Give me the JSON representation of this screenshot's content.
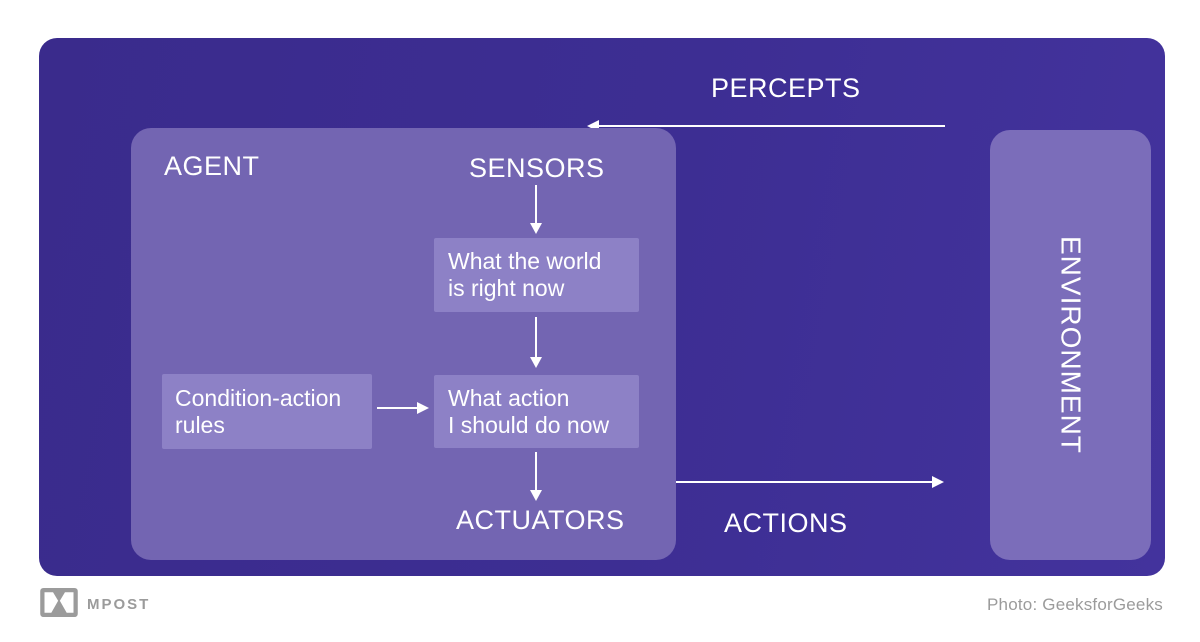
{
  "diagram": {
    "percepts_label": "PERCEPTS",
    "actions_label": "ACTIONS",
    "environment_label": "ENVIRONMENT",
    "agent": {
      "label": "AGENT",
      "sensors_label": "SENSORS",
      "actuators_label": "ACTUATORS",
      "world_box": {
        "line1": "What the world",
        "line2": "is right now"
      },
      "action_box": {
        "line1": "What action",
        "line2": "I should do now"
      },
      "rules_box": {
        "line1": "Condition-action",
        "line2": "rules"
      }
    }
  },
  "footer": {
    "brand": "MPOST",
    "credit": "Photo: GeeksforGeeks"
  },
  "colors": {
    "board_bg": "#3a2b8c",
    "board_bg_light": "#43339d",
    "agent_box": "#7365b2",
    "environment_box": "#7b6dba",
    "inner_box": "#8d81c6",
    "arrow_text": "#ffffff",
    "footer_gray": "#9b9b9b"
  }
}
